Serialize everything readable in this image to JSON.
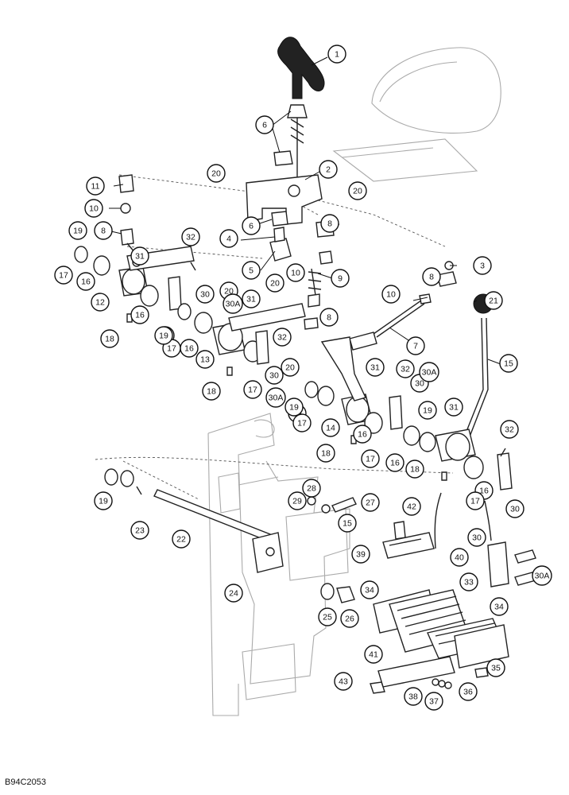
{
  "figure_id": "B94C2053",
  "callouts": [
    {
      "label": "1"
    },
    {
      "label": "2"
    },
    {
      "label": "3"
    },
    {
      "label": "4"
    },
    {
      "label": "5"
    },
    {
      "label": "6"
    },
    {
      "label": "6"
    },
    {
      "label": "7"
    },
    {
      "label": "8"
    },
    {
      "label": "8"
    },
    {
      "label": "8"
    },
    {
      "label": "8"
    },
    {
      "label": "9"
    },
    {
      "label": "10"
    },
    {
      "label": "10"
    },
    {
      "label": "10"
    },
    {
      "label": "11"
    },
    {
      "label": "12"
    },
    {
      "label": "13"
    },
    {
      "label": "14"
    },
    {
      "label": "15"
    },
    {
      "label": "15"
    },
    {
      "label": "16"
    },
    {
      "label": "16"
    },
    {
      "label": "16"
    },
    {
      "label": "16"
    },
    {
      "label": "16"
    },
    {
      "label": "16"
    },
    {
      "label": "16"
    },
    {
      "label": "17"
    },
    {
      "label": "17"
    },
    {
      "label": "17"
    },
    {
      "label": "17"
    },
    {
      "label": "17"
    },
    {
      "label": "17"
    },
    {
      "label": "17"
    },
    {
      "label": "18"
    },
    {
      "label": "18"
    },
    {
      "label": "18"
    },
    {
      "label": "18"
    },
    {
      "label": "19"
    },
    {
      "label": "19"
    },
    {
      "label": "19"
    },
    {
      "label": "19"
    },
    {
      "label": "19"
    },
    {
      "label": "20"
    },
    {
      "label": "20"
    },
    {
      "label": "20"
    },
    {
      "label": "20"
    },
    {
      "label": "20"
    },
    {
      "label": "21"
    },
    {
      "label": "22"
    },
    {
      "label": "23"
    },
    {
      "label": "24"
    },
    {
      "label": "25"
    },
    {
      "label": "26"
    },
    {
      "label": "27"
    },
    {
      "label": "28"
    },
    {
      "label": "29"
    },
    {
      "label": "30"
    },
    {
      "label": "30"
    },
    {
      "label": "30"
    },
    {
      "label": "30"
    },
    {
      "label": "30"
    },
    {
      "label": "30A"
    },
    {
      "label": "30A"
    },
    {
      "label": "30A"
    },
    {
      "label": "30A"
    },
    {
      "label": "31"
    },
    {
      "label": "31"
    },
    {
      "label": "31"
    },
    {
      "label": "31"
    },
    {
      "label": "32"
    },
    {
      "label": "32"
    },
    {
      "label": "32"
    },
    {
      "label": "32"
    },
    {
      "label": "33"
    },
    {
      "label": "34"
    },
    {
      "label": "34"
    },
    {
      "label": "35"
    },
    {
      "label": "36"
    },
    {
      "label": "37"
    },
    {
      "label": "38"
    },
    {
      "label": "39"
    },
    {
      "label": "40"
    },
    {
      "label": "41"
    },
    {
      "label": "42"
    },
    {
      "label": "43"
    }
  ]
}
